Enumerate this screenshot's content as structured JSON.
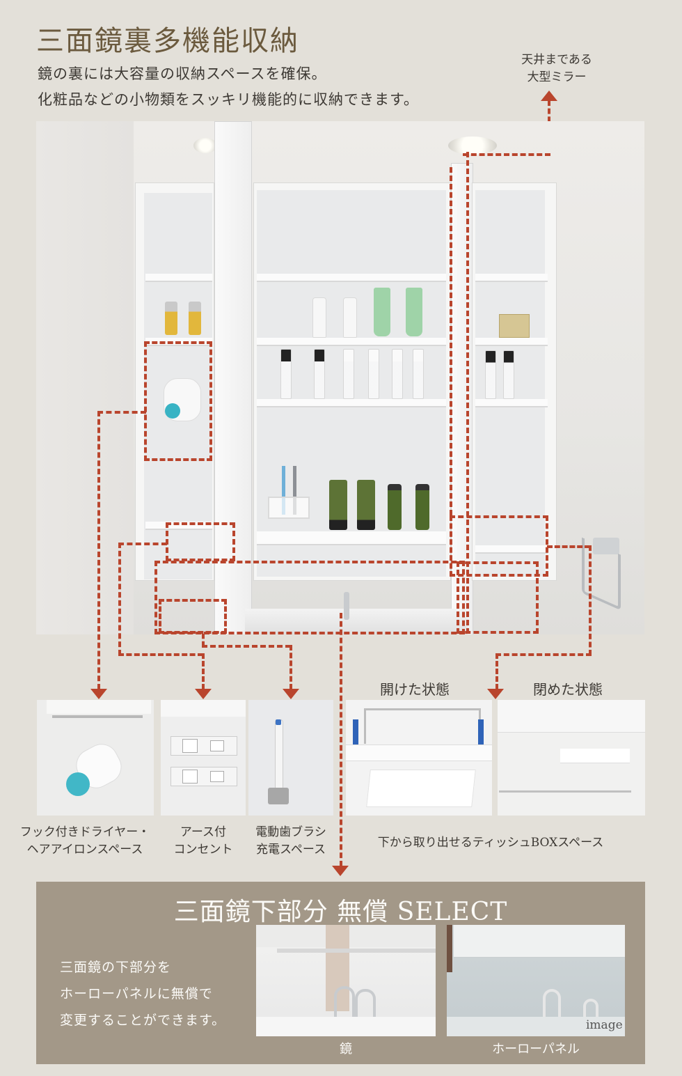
{
  "header": {
    "title": "三面鏡裏多機能収納",
    "lead_lines": [
      "鏡の裏には大容量の収納スペースを確保。",
      "化粧品などの小物類をスッキリ機能的に収納できます。"
    ],
    "top_callout_lines": [
      "天井まである",
      "大型ミラー"
    ]
  },
  "features": [
    {
      "caption_lines": [
        "フック付きドライヤー・",
        "ヘアアイロンスペース"
      ],
      "icon": "hair-dryer-hook"
    },
    {
      "caption_lines": [
        "アース付",
        "コンセント"
      ],
      "icon": "grounded-outlet"
    },
    {
      "caption_lines": [
        "電動歯ブラシ",
        "充電スペース"
      ],
      "icon": "electric-toothbrush"
    }
  ],
  "tissue_box": {
    "open_label": "開けた状態",
    "closed_label": "閉めた状態",
    "caption": "下から取り出せるティッシュBOXスペース"
  },
  "select_panel": {
    "title": "三面鏡下部分 無償 SELECT",
    "body_lines": [
      "三面鏡の下部分を",
      "ホーローパネルに無償で",
      "変更することができます。"
    ],
    "options": [
      {
        "label": "鏡"
      },
      {
        "label": "ホーローパネル",
        "watermark": "image"
      }
    ]
  },
  "colors": {
    "background": "#e3e0d9",
    "title_brown": "#6b5a3e",
    "accent_red": "#b9452d",
    "panel_taupe": "#a39888"
  }
}
